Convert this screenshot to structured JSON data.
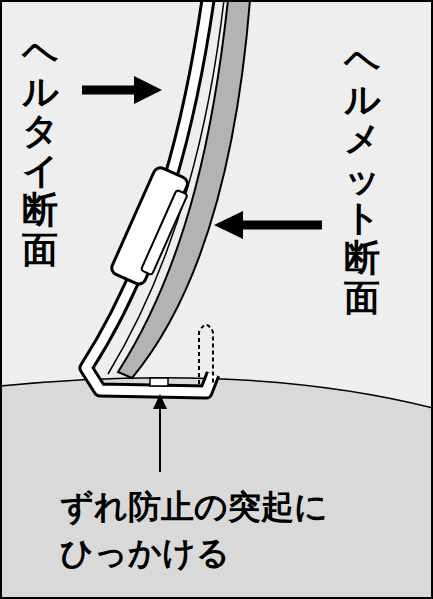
{
  "diagram": {
    "labels": [
      "ヘルタイ断面",
      "ヘルメット断面",
      "ずれ防止の突起に ひっかける"
    ]
  }
}
